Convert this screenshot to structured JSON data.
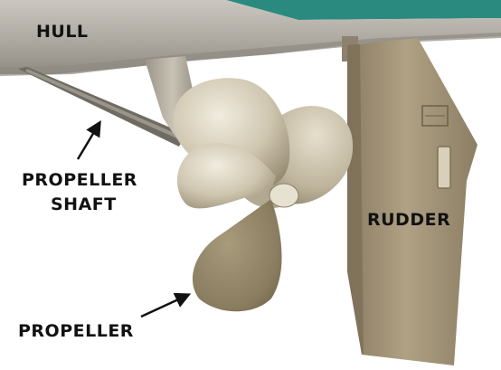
{
  "labels": {
    "hull": "HULL",
    "propeller_shaft_line1": "PROPELLER",
    "propeller_shaft_line2": "SHAFT",
    "rudder": "RUDDER",
    "propeller": "PROPELLER"
  },
  "colors": {
    "water_teal": "#2a8a80",
    "hull": "#b8b3ab",
    "hull_shadow": "#8f8a82",
    "metal_light": "#e2dccb",
    "metal_mid": "#c2b9a3",
    "metal_dark": "#8a8068",
    "rudder": "#a39377",
    "rudder_dark": "#7d6f57",
    "shaft": "#6f6b62",
    "label": "#111111",
    "background": "#ffffff"
  }
}
